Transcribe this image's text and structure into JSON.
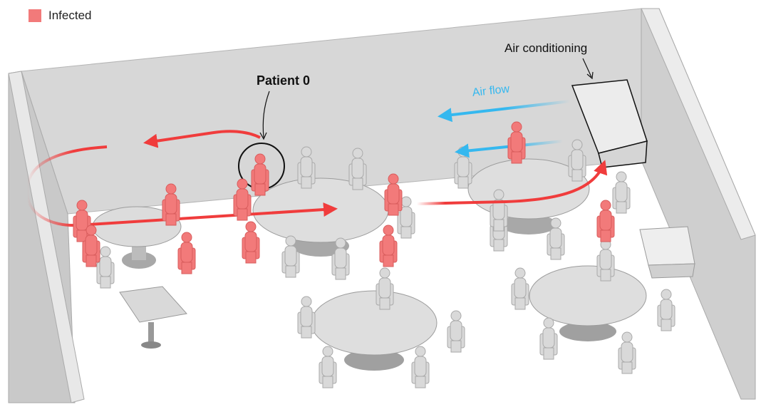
{
  "legend": {
    "label": "Infected",
    "color": "#f27a7a"
  },
  "annotations": {
    "patient_zero": "Patient 0",
    "air_conditioning": "Air conditioning",
    "air_flow": "Air flow"
  },
  "colors": {
    "infected": "#f27a7a",
    "healthy": "#d9d9d9",
    "air_flow_arrow": "#35b8ef",
    "transmission_arrow": "#f03c3c",
    "wall": "#cfcfcf"
  },
  "icons": {
    "people": "seated-person-icon",
    "tables": "round-table-icon"
  }
}
